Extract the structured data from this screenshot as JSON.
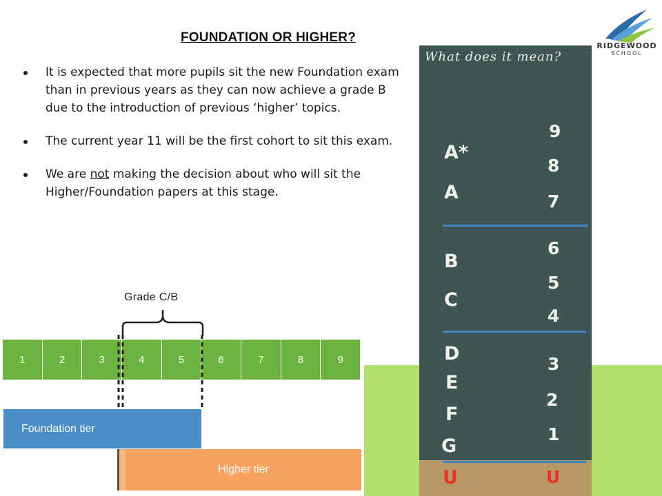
{
  "title": "FOUNDATION OR HIGHER?",
  "bullets": [
    {
      "text": "It is expected that more pupils sit the new Foundation exam than in previous years as they can now achieve a grade B due to the introduction of previous ‘higher’ topics."
    },
    {
      "text": "The current year 11 will be the first cohort to sit this exam."
    },
    {
      "pre": "We are ",
      "emph": "not",
      "post": " making the decision about who will sit the Higher/Foundation papers at this stage."
    }
  ],
  "diagram": {
    "grade_label": "Grade C/B",
    "scale": [
      "1",
      "2",
      "3",
      "4",
      "5",
      "6",
      "7",
      "8",
      "9"
    ],
    "foundation_label": "Foundation tier",
    "higher_label": "Higher tier",
    "colors": {
      "scale": "#6db33f",
      "foundation": "#4a8ec8",
      "higher": "#f7a35f"
    }
  },
  "board": {
    "heading": "What does it mean?",
    "old_grades": [
      "A*",
      "A",
      "B",
      "C",
      "D",
      "E",
      "F",
      "G",
      "U"
    ],
    "new_grades": [
      "9",
      "8",
      "7",
      "6",
      "5",
      "4",
      "3",
      "2",
      "1",
      "U"
    ],
    "colors": {
      "board": "#3e5553",
      "divider": "#3f86c2",
      "fail": "#e83223"
    }
  },
  "logo": {
    "name": "RIDGEWOOD",
    "sub": "SCHOOL"
  }
}
